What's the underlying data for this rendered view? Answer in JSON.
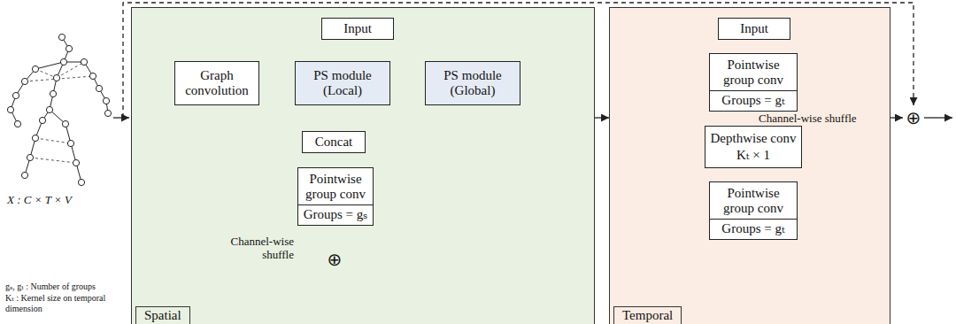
{
  "diagram": {
    "nodes": [
      {
        "text": [
          "Spatial"
        ]
      },
      {
        "text": [
          "Input"
        ],
        "in": 0
      },
      {
        "text": [
          "Graph convolution"
        ],
        "in": 0
      },
      {
        "text": [
          "PS module (Local)"
        ],
        "in": 0
      },
      {
        "text": [
          "PS module (Global)"
        ],
        "in": 0
      },
      {
        "text": [
          "Concat"
        ],
        "in": 0
      },
      {
        "text": [
          "Pointwise group conv",
          "Groups = gₛ"
        ],
        "in": 0
      },
      {
        "text": [
          "Temporal"
        ]
      },
      {
        "text": [
          "Input"
        ],
        "in": 7
      },
      {
        "text": [
          "Pointwise group conv",
          "Groups = gₜ"
        ],
        "in": 7
      },
      {
        "text": [
          "Depthwise conv",
          "Kₜ × 1"
        ],
        "in": 7
      },
      {
        "text": [
          "Pointwise group conv",
          "Groups = gₜ"
        ],
        "in": 7
      }
    ],
    "edges": [
      {
        "from": 1,
        "to": 2,
        "arrow": "to"
      },
      {
        "from": 1,
        "to": 3,
        "arrow": "to"
      },
      {
        "from": 1,
        "to": 4,
        "arrow": "to"
      },
      {
        "from": 2,
        "to": 5,
        "arrow": "to"
      },
      {
        "from": 3,
        "to": 5,
        "arrow": "to"
      },
      {
        "from": 4,
        "to": 5,
        "arrow": "to"
      },
      {
        "from": 5,
        "to": 6,
        "arrow": "to"
      },
      {
        "from": 0,
        "to": 7,
        "arrow": "to"
      },
      {
        "from": 8,
        "to": 9,
        "arrow": "to"
      },
      {
        "from": 9,
        "to": 10,
        "arrow": "to"
      },
      {
        "from": 10,
        "to": 11,
        "arrow": "to"
      }
    ],
    "labels": [
      "X : C × T × V",
      "gₛ, gₜ : Number of groups",
      "Kₜ : Kernel size on temporal dimension",
      "Channel-wise shuffle",
      "⊕",
      "Channel-wise shuffle",
      "⊕"
    ]
  }
}
